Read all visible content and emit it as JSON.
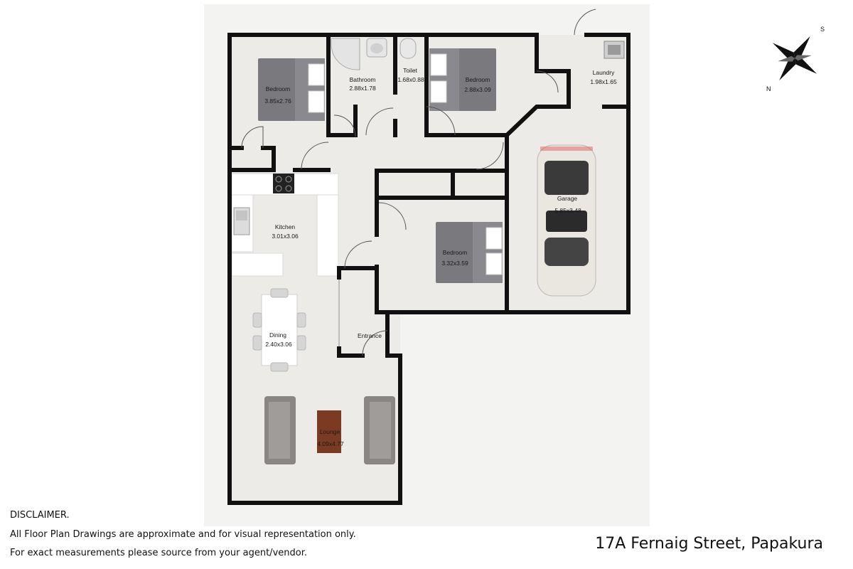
{
  "rooms": [
    {
      "name": "Bedroom",
      "size": "3.85x2.76"
    },
    {
      "name": "Bathroom",
      "size": "2.88x1.78"
    },
    {
      "name": "Toilet",
      "size": "1.68x0.88"
    },
    {
      "name": "Bedroom",
      "size": "2.88x3.09"
    },
    {
      "name": "Laundry",
      "size": "1.98x1.65"
    },
    {
      "name": "Kitchen",
      "size": "3.01x3.06"
    },
    {
      "name": "Garage",
      "size": "5.85x3.48"
    },
    {
      "name": "Bedroom",
      "size": "3.32x3.59"
    },
    {
      "name": "Dining",
      "size": "2.40x3.06"
    },
    {
      "name": "Entrance",
      "size": ""
    },
    {
      "name": "Lounge",
      "size": "4.09x4.77"
    }
  ],
  "compass": {
    "north": "N",
    "south": "S"
  },
  "disclaimer": {
    "title": "DISCLAIMER.",
    "line1": "All Floor Plan Drawings are approximate and for visual representation only.",
    "line2": "For exact measurements please source from your agent/vendor."
  },
  "address": "17A Fernaig Street, Papakura",
  "colors": {
    "wall": "#111111",
    "floor": "#ecebe8",
    "counter": "#ffffff",
    "bed_dark": "#7a797e",
    "sofa": "#8a8684",
    "table_wood": "#7a3b22"
  }
}
